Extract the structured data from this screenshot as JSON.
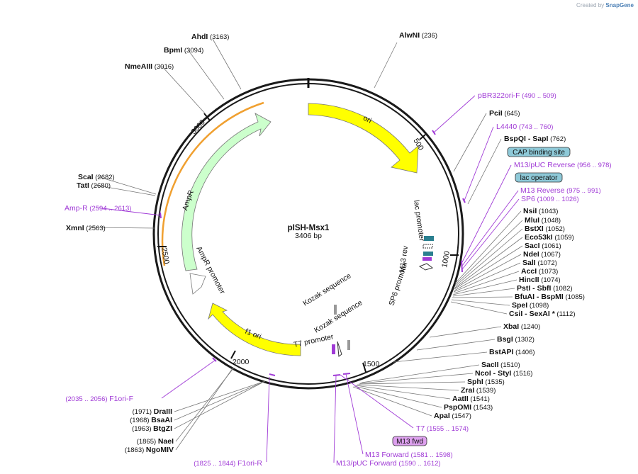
{
  "credit": {
    "prefix": "Created by",
    "brand": "SnapGene"
  },
  "plasmid": {
    "name": "pISH-Msx1",
    "size": "3406 bp",
    "length": 3406
  },
  "ticks": [
    "500",
    "1000",
    "1500",
    "2000",
    "2500",
    "3000"
  ],
  "enzymes": [
    {
      "id": "alwni",
      "name": "AlwNI",
      "pos": "(236)"
    },
    {
      "id": "pcii",
      "name": "PciI",
      "pos": "(645)"
    },
    {
      "id": "bspqi",
      "name": "BspQI",
      "name2": "SapI",
      "pos": "(762)"
    },
    {
      "id": "nsii",
      "name": "NsiI",
      "pos": "(1043)"
    },
    {
      "id": "mlui",
      "name": "MluI",
      "pos": "(1048)"
    },
    {
      "id": "bstxi",
      "name": "BstXI",
      "pos": "(1052)"
    },
    {
      "id": "eco53ki",
      "name": "Eco53kI",
      "pos": "(1059)"
    },
    {
      "id": "saci",
      "name": "SacI",
      "pos": "(1061)"
    },
    {
      "id": "ndei",
      "name": "NdeI",
      "pos": "(1067)"
    },
    {
      "id": "sali",
      "name": "SalI",
      "pos": "(1072)"
    },
    {
      "id": "acci",
      "name": "AccI",
      "pos": "(1073)"
    },
    {
      "id": "hincii",
      "name": "HincII",
      "pos": "(1074)"
    },
    {
      "id": "psti",
      "name": "PstI",
      "name2": "SbfI",
      "pos": "(1082)"
    },
    {
      "id": "bfuai",
      "name": "BfuAI",
      "name2": "BspMI",
      "pos": "(1085)"
    },
    {
      "id": "spei",
      "name": "SpeI",
      "pos": "(1098)"
    },
    {
      "id": "csii",
      "name": "CsiI",
      "name2": "SexAI *",
      "pos": "(1112)"
    },
    {
      "id": "xbai",
      "name": "XbaI",
      "pos": "(1240)"
    },
    {
      "id": "bsgi",
      "name": "BsgI",
      "pos": "(1302)"
    },
    {
      "id": "bstapi",
      "name": "BstAPI",
      "pos": "(1406)"
    },
    {
      "id": "sacii",
      "name": "SacII",
      "pos": "(1510)"
    },
    {
      "id": "ncoi",
      "name": "NcoI",
      "name2": "StyI",
      "pos": "(1516)"
    },
    {
      "id": "sphi",
      "name": "SphI",
      "pos": "(1535)"
    },
    {
      "id": "zrai",
      "name": "ZraI",
      "pos": "(1539)"
    },
    {
      "id": "aatii",
      "name": "AatII",
      "pos": "(1541)"
    },
    {
      "id": "pspomi",
      "name": "PspOMI",
      "pos": "(1543)"
    },
    {
      "id": "apai",
      "name": "ApaI",
      "pos": "(1547)"
    },
    {
      "id": "draiii",
      "name": "DraIII",
      "pos": "(1971)"
    },
    {
      "id": "bsaai",
      "name": "BsaAI",
      "pos": "(1968)"
    },
    {
      "id": "btgzi",
      "name": "BtgZI",
      "pos": "(1963)"
    },
    {
      "id": "naei",
      "name": "NaeI",
      "pos": "(1865)"
    },
    {
      "id": "ngomiv",
      "name": "NgoMIV",
      "pos": "(1863)"
    },
    {
      "id": "xmni",
      "name": "XmnI",
      "pos": "(2563)"
    },
    {
      "id": "scai",
      "name": "ScaI",
      "pos": "(2682)"
    },
    {
      "id": "tati",
      "name": "TatI",
      "pos": "(2680)"
    },
    {
      "id": "nmeaiii",
      "name": "NmeAIII",
      "pos": "(3016)"
    },
    {
      "id": "bpmi",
      "name": "BpmI",
      "pos": "(3094)"
    },
    {
      "id": "ahdi",
      "name": "AhdI",
      "pos": "(3163)"
    }
  ],
  "primers": [
    {
      "id": "pbr322ori-f",
      "name": "pBR322ori-F",
      "range": "(490 .. 509)"
    },
    {
      "id": "l4440",
      "name": "L4440",
      "range": "(743 .. 760)"
    },
    {
      "id": "m13puc-reverse",
      "name": "M13/pUC Reverse",
      "range": "(956 .. 978)"
    },
    {
      "id": "m13-reverse",
      "name": "M13 Reverse",
      "range": "(975 .. 991)"
    },
    {
      "id": "sp6",
      "name": "SP6",
      "range": "(1009 .. 1026)"
    },
    {
      "id": "t7",
      "name": "T7",
      "range": "(1555 .. 1574)"
    },
    {
      "id": "m13-forward",
      "name": "M13 Forward",
      "range": "(1581 .. 1598)"
    },
    {
      "id": "m13puc-forward",
      "name": "M13/pUC Forward",
      "range": "(1590 .. 1612)"
    },
    {
      "id": "f1ori-f",
      "name": "F1ori-F",
      "range": "(2035 .. 2056)"
    },
    {
      "id": "f1ori-r",
      "name": "F1ori-R",
      "range": "(1825 .. 1844)"
    },
    {
      "id": "amp-r",
      "name": "Amp-R",
      "range": "(2594 .. 2613)"
    }
  ],
  "boxes": {
    "cap": "CAP binding site",
    "lacop": "lac operator",
    "m13fwd": "M13 fwd"
  },
  "features": {
    "ori": "ori",
    "ampr": "AmpR",
    "ampr_promoter": "AmpR promoter",
    "f1ori": "f1 ori",
    "lac_promoter": "lac promoter",
    "m13rev": "M13 rev",
    "sp6_promoter": "SP6 promoter",
    "t7_promoter": "T7 promoter",
    "kozak1": "Kozak sequence",
    "kozak2": "Kozak sequence"
  },
  "colors": {
    "backbone": "#1a1a1a",
    "ori": "#ffff00",
    "ampr": "#ccffcc",
    "primer": "#a03bd6",
    "box": "#8ec9d8",
    "m13box": "#dda0ee",
    "orange": "#f0a030"
  }
}
